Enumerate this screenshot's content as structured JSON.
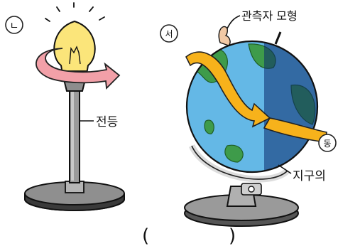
{
  "panel_marker": "ㄴ",
  "lamp": {
    "label": "전등"
  },
  "globe": {
    "observer_label": "관측자 모형",
    "globe_label": "지구의",
    "west_marker": "서",
    "east_marker": "동"
  },
  "answer": {
    "open_paren": "(",
    "close_paren": ")"
  },
  "colors": {
    "bulb": "#fbe57a",
    "lamp_arrow": "#f2a0a8",
    "globe_ocean": "#64b8e6",
    "globe_land": "#3e9b4a",
    "globe_arrow": "#f7b21b",
    "stand_gray": "#9a9a9a"
  }
}
